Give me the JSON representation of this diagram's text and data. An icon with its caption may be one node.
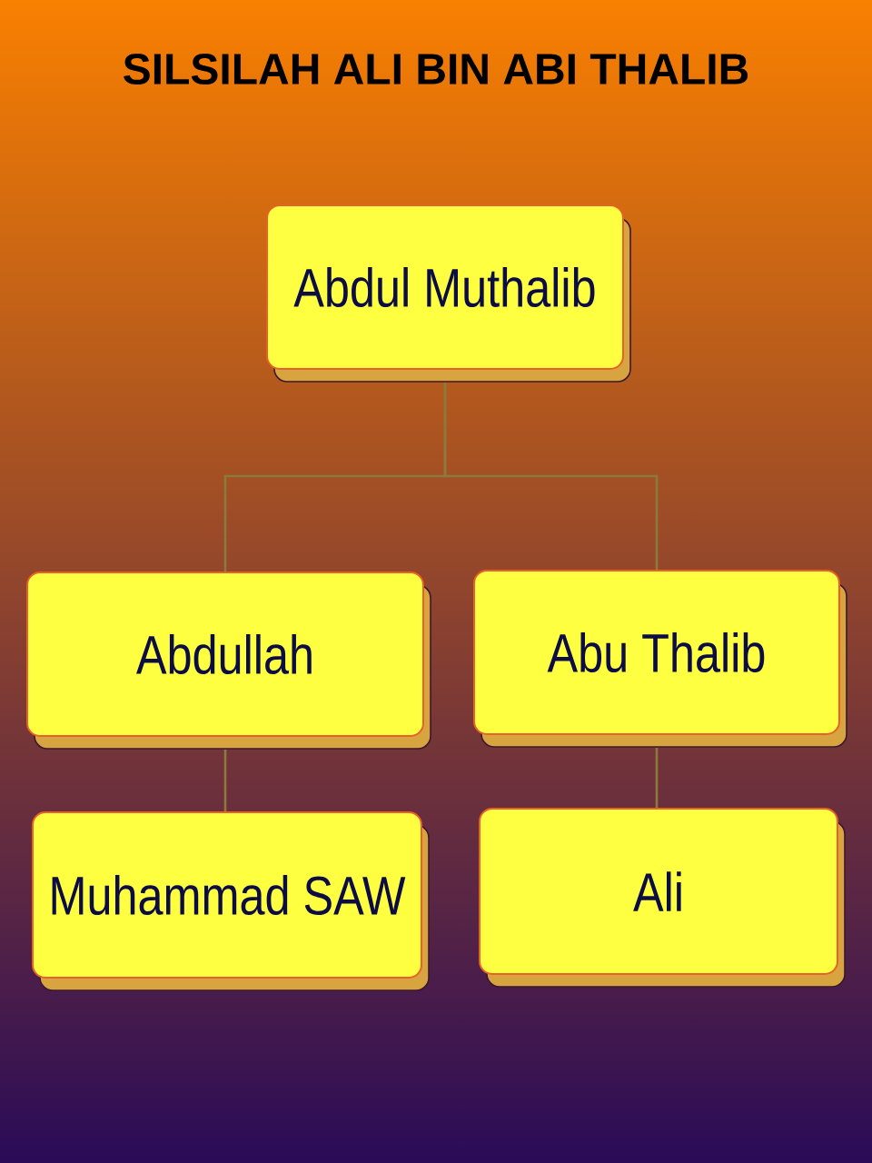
{
  "diagram": {
    "title": "SILSILAH ALI BIN ABI THALIB",
    "nodes": [
      {
        "text": [
          "Abdul Muthalib"
        ]
      },
      {
        "text": [
          "Abdullah"
        ]
      },
      {
        "text": [
          "Abu Thalib"
        ]
      },
      {
        "text": [
          "Muhammad SAW"
        ]
      },
      {
        "text": [
          "Ali"
        ]
      }
    ],
    "edges": [
      {
        "from": 0,
        "to": 1,
        "arrow": "none"
      },
      {
        "from": 0,
        "to": 2,
        "arrow": "none"
      },
      {
        "from": 1,
        "to": 3,
        "arrow": "none"
      },
      {
        "from": 2,
        "to": 4,
        "arrow": "none"
      }
    ]
  }
}
